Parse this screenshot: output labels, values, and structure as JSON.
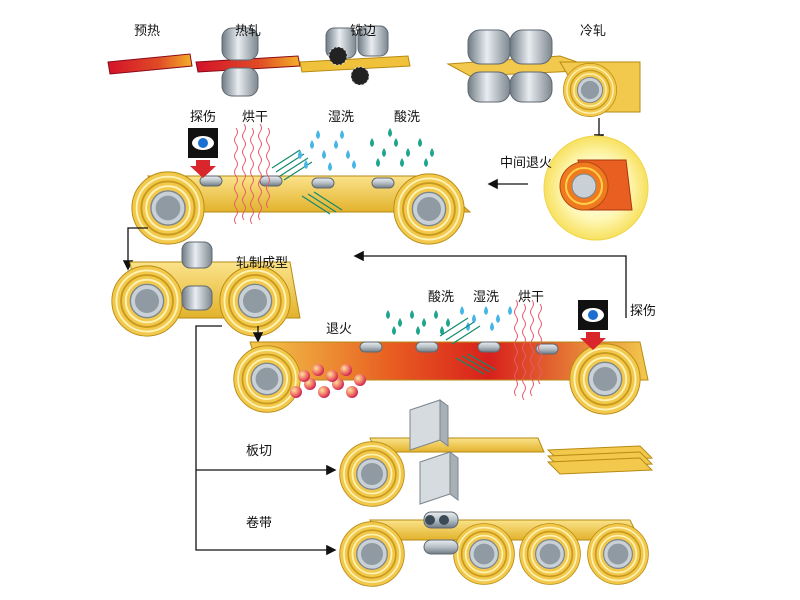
{
  "labels": {
    "preheat": "预热",
    "hot_roll": "热轧",
    "edge_mill": "铣边",
    "cold_roll": "冷轧",
    "inspect_1": "探伤",
    "dry_1": "烘干",
    "wet_wash_1": "湿洗",
    "pickle_1": "酸洗",
    "intermediate_anneal": "中间退火",
    "roll_forming": "轧制成型",
    "pickle_2": "酸洗",
    "wet_wash_2": "湿洗",
    "dry_2": "烘干",
    "inspect_2": "探伤",
    "anneal": "退火",
    "plate_cut": "板切",
    "coil_strip": "卷带"
  },
  "colors": {
    "strip_gold": "#f2c94c",
    "strip_gold_dark": "#d4a017",
    "hot_red": "#e0262d",
    "roller_gray": "#9aa3ab",
    "water_blue": "#47b5e6",
    "acid_teal": "#1fa58e",
    "heat_red": "#e34b4b",
    "anneal_glow": "#fff59a"
  },
  "icons": [
    "eye-inspection-icon",
    "arrow-icon",
    "roller-icon",
    "coil-icon"
  ]
}
